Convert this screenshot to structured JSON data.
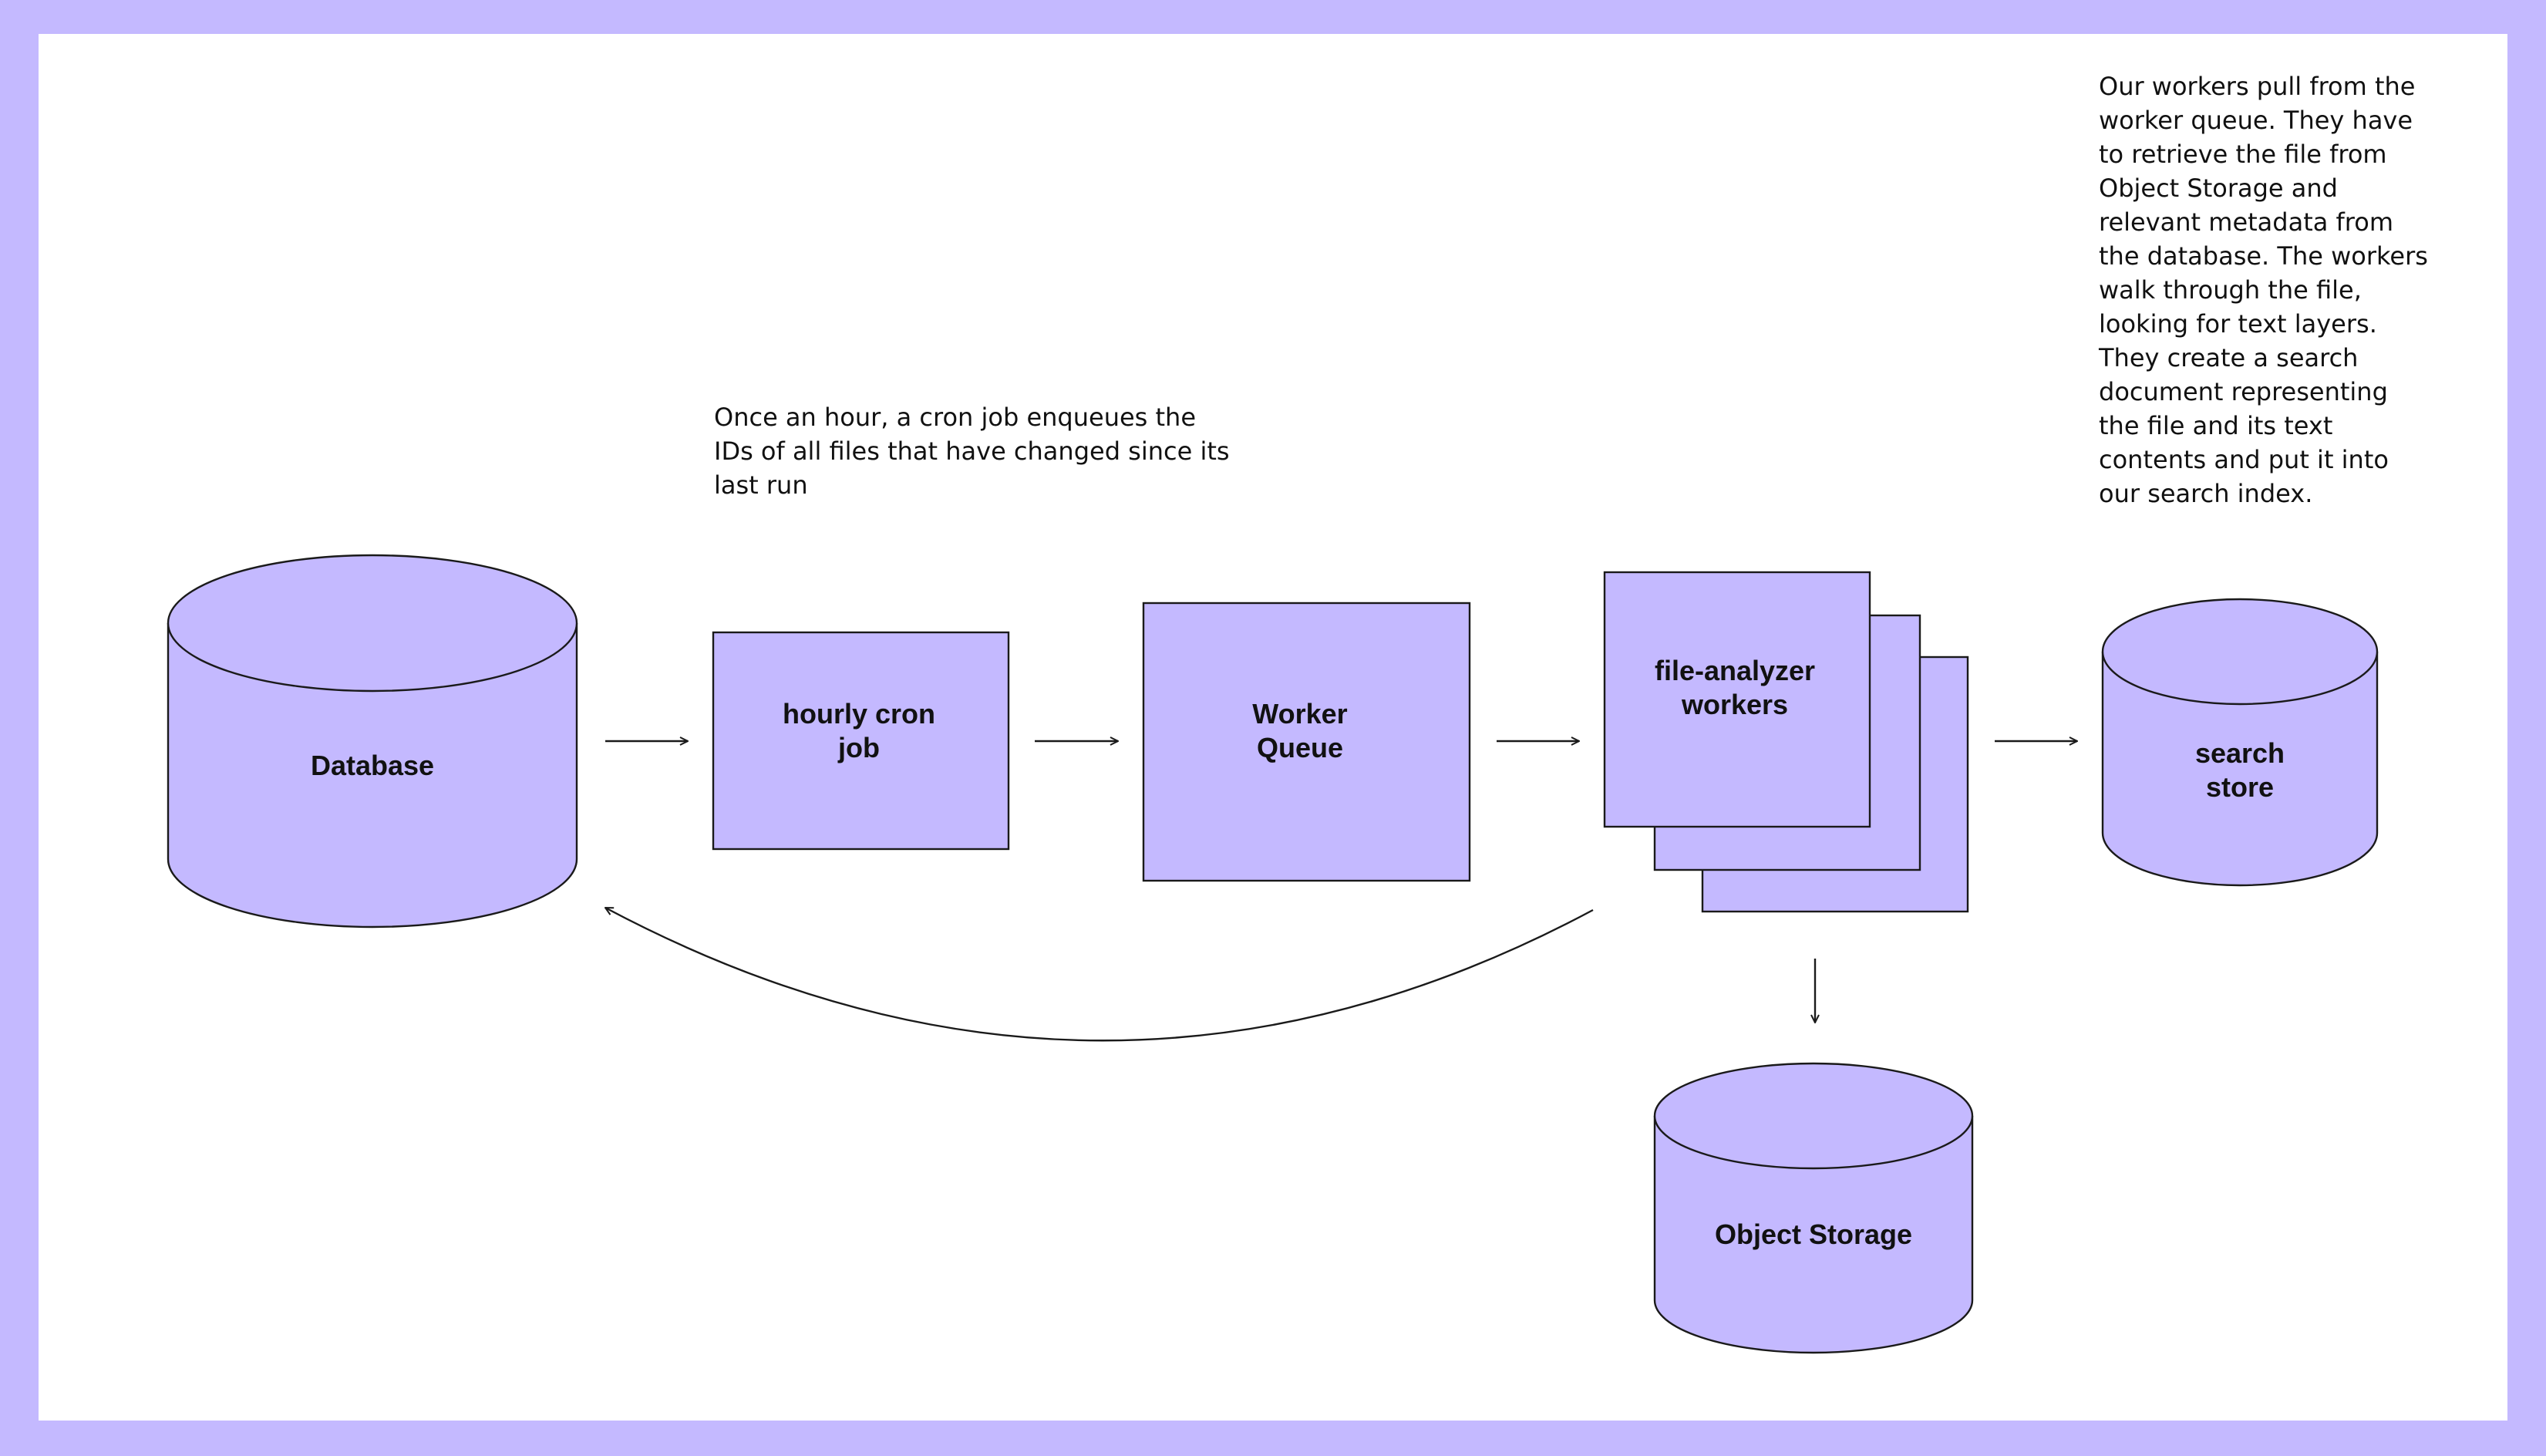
{
  "colors": {
    "frame": "#c4b9ff",
    "canvas": "#ffffff",
    "node_fill": "#c4b9ff",
    "stroke": "#1a1a1a",
    "text": "#111111"
  },
  "nodes": {
    "database": [
      "Database"
    ],
    "cron_job": [
      "hourly cron",
      "job"
    ],
    "worker_queue": [
      "Worker",
      "Queue"
    ],
    "workers": [
      "file-analyzer",
      "workers"
    ],
    "search_store": [
      "search",
      "store"
    ],
    "object_storage": [
      "Object Storage"
    ]
  },
  "notes": {
    "cron": [
      "Once an hour, a cron job enqueues the",
      "IDs of all files that have changed since its",
      "last run"
    ],
    "workers": [
      "Our workers pull from the",
      "worker queue. They have",
      "to retrieve the file from",
      "Object Storage and",
      "relevant metadata from",
      "the database. The workers",
      "walk through the file,",
      "looking for text layers.",
      "",
      "They create a search",
      "document representing",
      "the file and its text",
      "contents and put it into",
      "our search index."
    ]
  }
}
